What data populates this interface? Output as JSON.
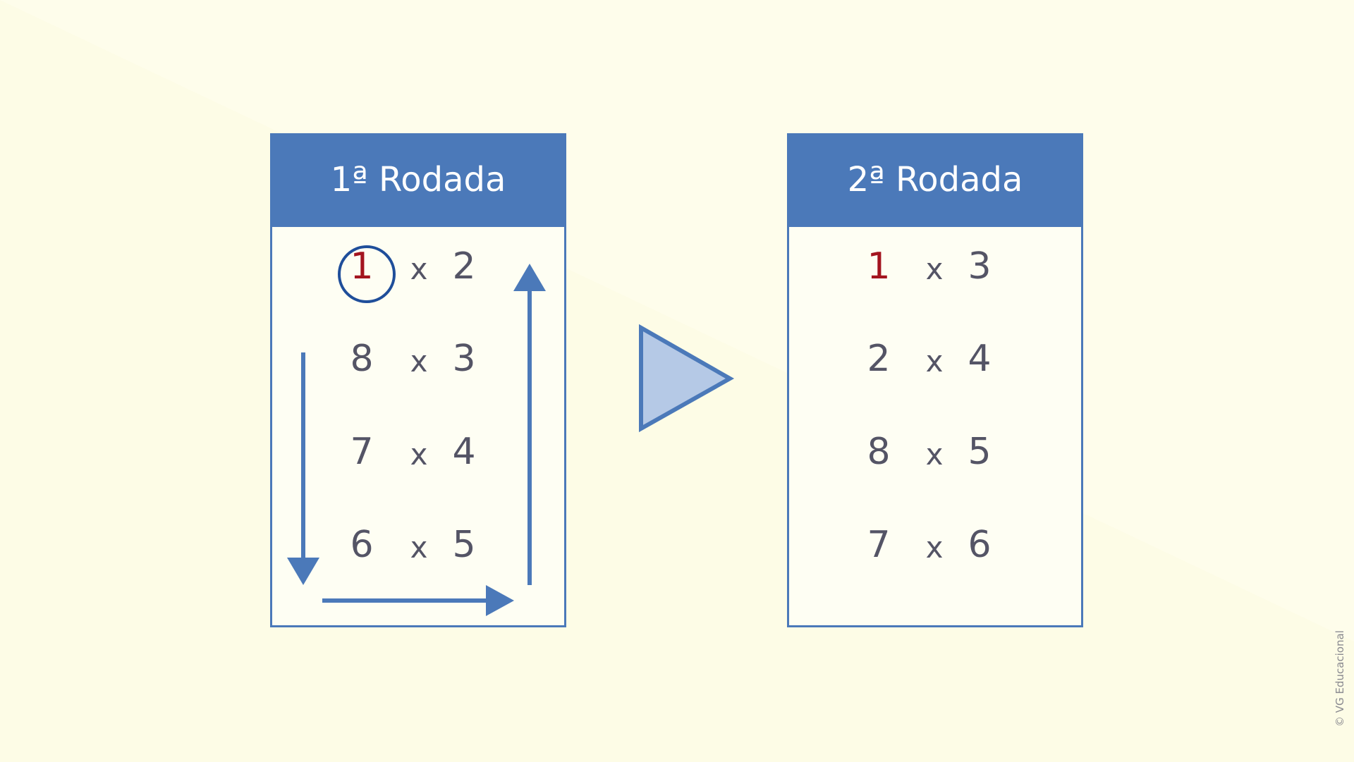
{
  "rounds": [
    {
      "title": "1ª Rodada",
      "pairs": [
        {
          "a": "1",
          "b": "2"
        },
        {
          "a": "8",
          "b": "3"
        },
        {
          "a": "7",
          "b": "4"
        },
        {
          "a": "6",
          "b": "5"
        }
      ]
    },
    {
      "title": "2ª Rodada",
      "pairs": [
        {
          "a": "1",
          "b": "3"
        },
        {
          "a": "2",
          "b": "4"
        },
        {
          "a": "8",
          "b": "5"
        },
        {
          "a": "7",
          "b": "6"
        }
      ]
    }
  ],
  "times_symbol": "x",
  "credit": "© VG Educacional",
  "colors": {
    "background": "#FDFCE6",
    "background_light": "#FEFDEB",
    "accent": "#4B79B9",
    "highlight_number": "#A3141F",
    "number_text": "#545465",
    "circle": "#1F4E9A",
    "arrow_fill": "#B5C9E6"
  },
  "icons": {
    "next": "play-triangle-icon",
    "rotation_arrows": [
      "arrow-down-icon",
      "arrow-right-icon",
      "arrow-up-icon"
    ],
    "fixed_marker": "circle-marker-icon"
  }
}
